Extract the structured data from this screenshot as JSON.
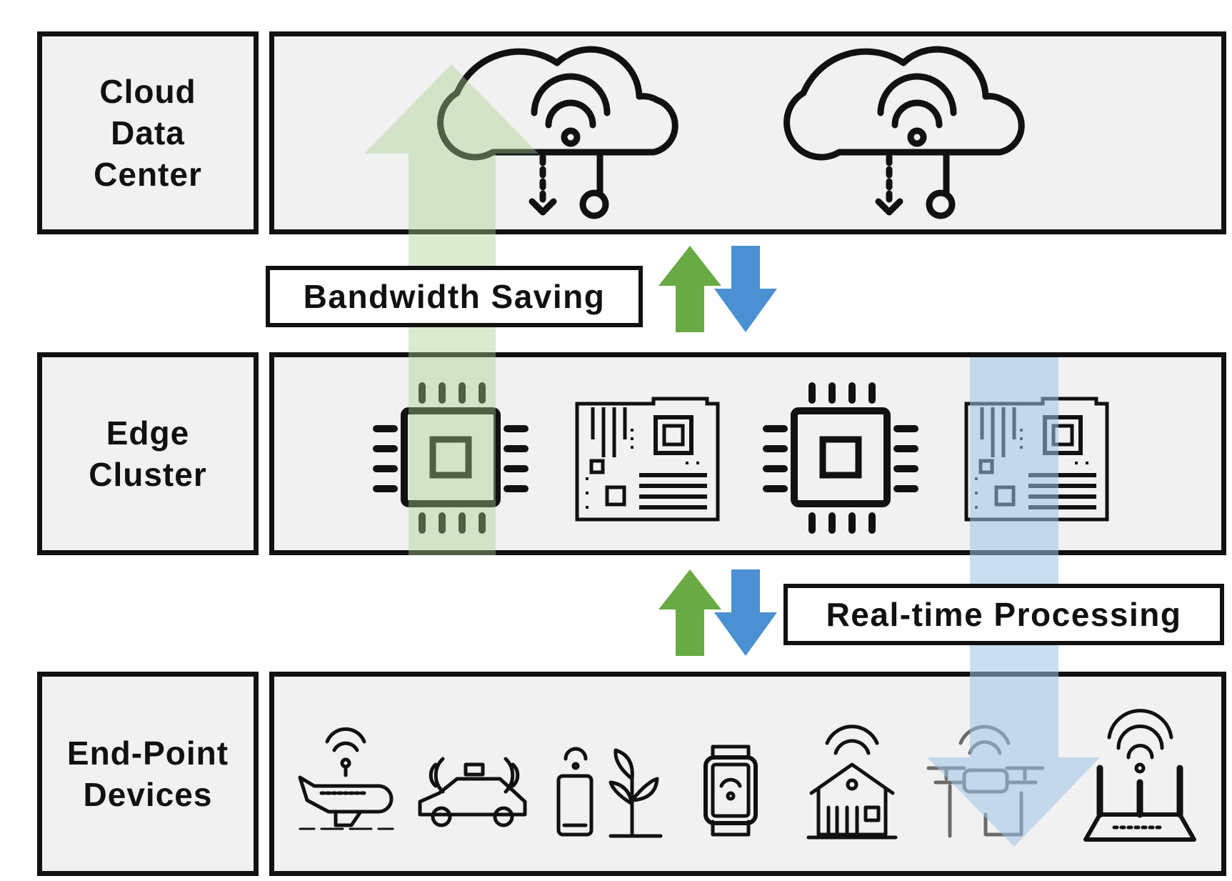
{
  "layers": {
    "cloud": {
      "label": "Cloud\nData\nCenter",
      "icons": [
        "cloud-computing-icon",
        "cloud-computing-icon"
      ]
    },
    "edge": {
      "label": "Edge\nCluster",
      "icons": [
        "processor-chip-icon",
        "motherboard-icon",
        "processor-chip-icon",
        "motherboard-icon"
      ]
    },
    "endpoint": {
      "label": "End-Point\nDevices",
      "icons": [
        "airplane-icon",
        "autonomous-car-icon",
        "smart-farming-icon",
        "smartwatch-icon",
        "smart-home-icon",
        "drone-icon",
        "wifi-router-icon"
      ]
    }
  },
  "annotations": {
    "bandwidth": "Bandwidth Saving",
    "realtime": "Real-time Processing"
  },
  "colors": {
    "uplink": "#6aaa44",
    "downlink": "#4a90d2",
    "bandwidth_band": "#a9d08e",
    "realtime_band": "#9dc3e6",
    "panel": "#f1f1f1",
    "stroke": "#111111"
  }
}
